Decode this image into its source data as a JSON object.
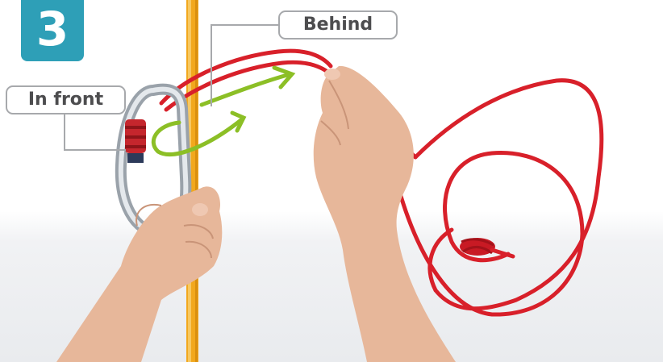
{
  "step": {
    "number": "3",
    "color": "#2e9fb7"
  },
  "labels": {
    "behind": "Behind",
    "in_front": "In front"
  },
  "colors": {
    "red_rope": "#d8202a",
    "yellow_rope": "#f2a81d",
    "arrow": "#8cbf26",
    "callout_border": "#a7a9ac",
    "callout_text": "#4d4d4f",
    "skin": "#e7b79a"
  },
  "objects": [
    "carabiner",
    "yellow-rope",
    "red-cord",
    "left-hand",
    "right-hand",
    "green-arrow"
  ]
}
